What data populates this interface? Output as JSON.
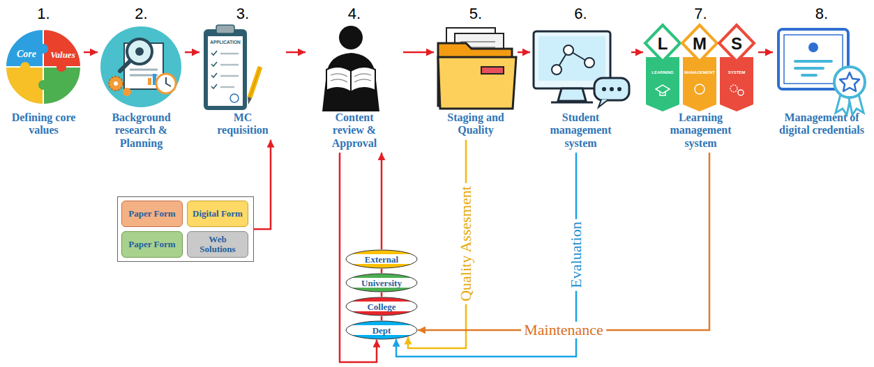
{
  "diagram": {
    "nodes": [
      {
        "text": [
          "1.",
          "Defining core values"
        ]
      },
      {
        "text": [
          "2.",
          "Background research & Planning"
        ]
      },
      {
        "text": [
          "3.",
          "MC requisition"
        ]
      },
      {
        "text": [
          "4.",
          "Content review & Approval"
        ]
      },
      {
        "text": [
          "5.",
          "Staging and Quality"
        ]
      },
      {
        "text": [
          "6.",
          "Student management system"
        ]
      },
      {
        "text": [
          "7.",
          "Learning management system"
        ]
      },
      {
        "text": [
          "8.",
          "Management of digital credentials"
        ]
      },
      {
        "text": []
      },
      {
        "text": [
          "Paper Form"
        ],
        "in": 8
      },
      {
        "text": [
          "Digital Form"
        ],
        "in": 8
      },
      {
        "text": [
          "Paper Form"
        ],
        "in": 8
      },
      {
        "text": [
          "Web Solutions"
        ],
        "in": 8
      },
      {
        "text": [
          "External"
        ]
      },
      {
        "text": [
          "University"
        ]
      },
      {
        "text": [
          "College"
        ]
      },
      {
        "text": [
          "Dept"
        ]
      }
    ],
    "edges": [
      {
        "from": 0,
        "to": 1,
        "arrow": "to"
      },
      {
        "from": 1,
        "to": 2,
        "arrow": "to"
      },
      {
        "from": 2,
        "to": 3,
        "arrow": "to"
      },
      {
        "from": 3,
        "to": 4,
        "arrow": "to"
      },
      {
        "from": 4,
        "to": 5,
        "arrow": "to"
      },
      {
        "from": 5,
        "to": 6,
        "arrow": "to"
      },
      {
        "from": 6,
        "to": 7,
        "arrow": "to"
      },
      {
        "from": 8,
        "to": 2,
        "arrow": "to"
      },
      {
        "from": 3,
        "to": 16,
        "arrow": "to"
      },
      {
        "from": 16,
        "to": 15,
        "arrow": "none"
      },
      {
        "from": 15,
        "to": 14,
        "arrow": "none"
      },
      {
        "from": 14,
        "to": 13,
        "arrow": "none"
      },
      {
        "from": 13,
        "to": 3,
        "arrow": "to"
      },
      {
        "from": 4,
        "to": 16,
        "label": "Quality Assesment",
        "arrow": "to"
      },
      {
        "from": 5,
        "to": 16,
        "label": "Evaluation",
        "arrow": "to"
      },
      {
        "from": 6,
        "to": 16,
        "label": "Maintenance",
        "arrow": "to"
      }
    ],
    "labels": [
      "Core",
      "Values",
      "APPLICATION",
      "L",
      "M",
      "S",
      "LEARNING",
      "MANAGEMENT",
      "SYSTEM"
    ]
  }
}
